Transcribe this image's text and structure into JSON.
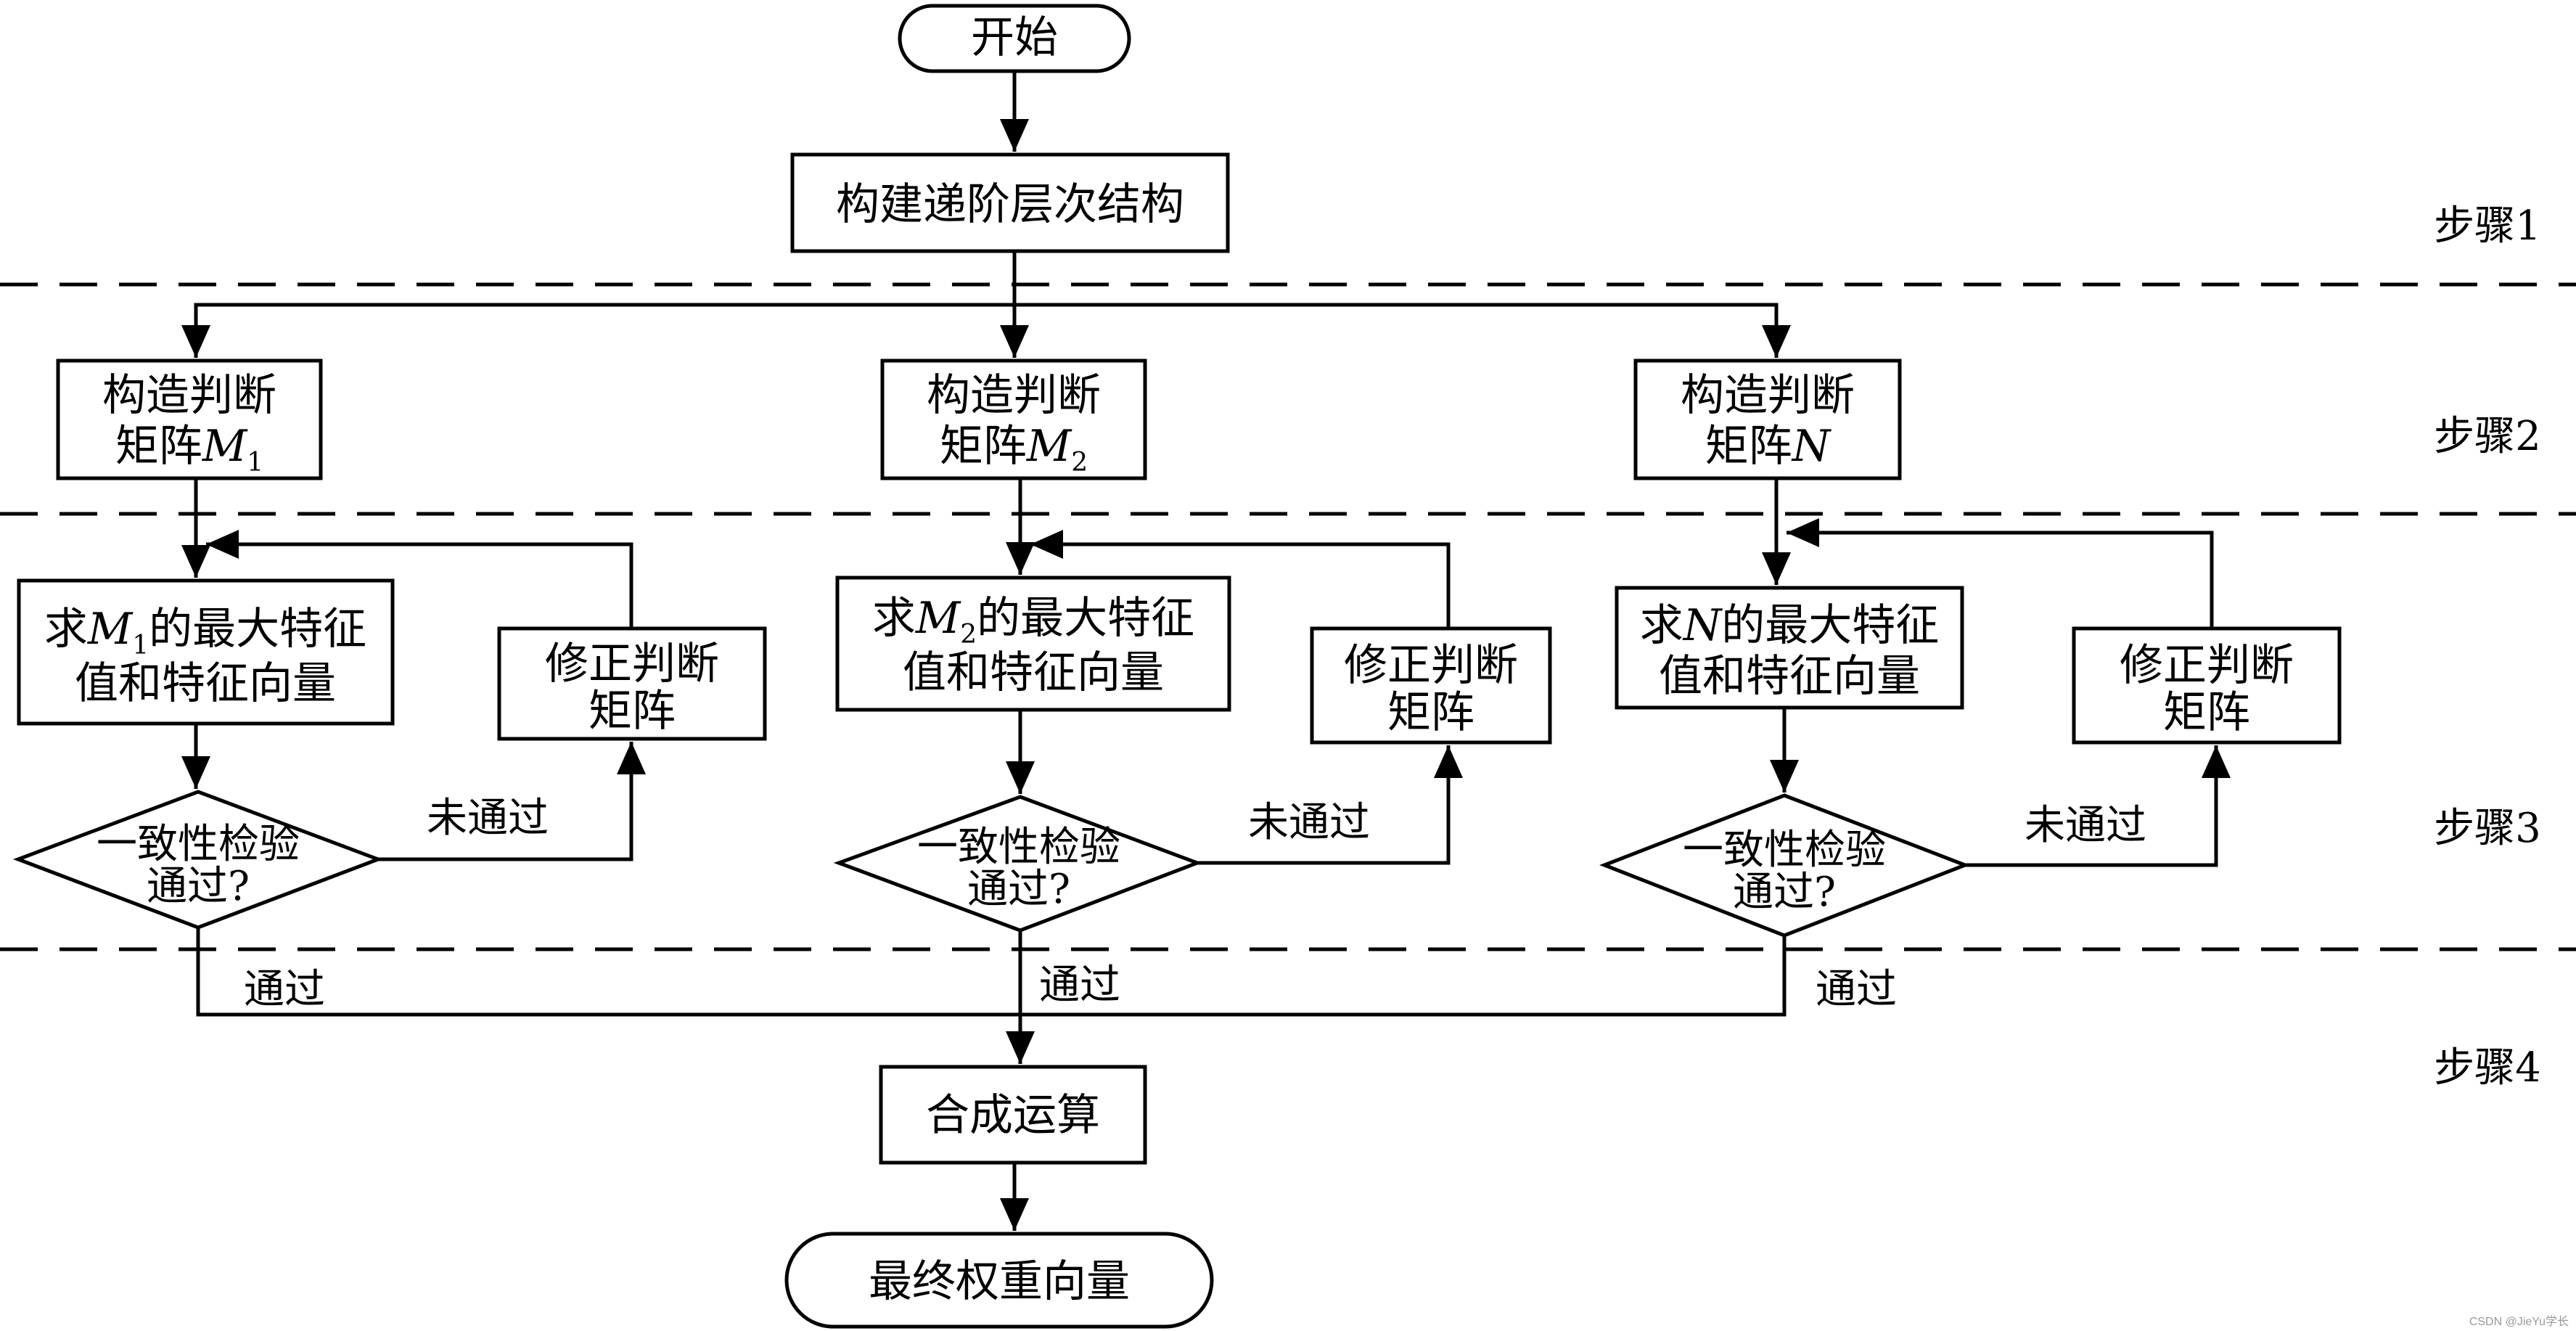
{
  "start": "开始",
  "build_hierarchy": "构建递阶层次结构",
  "steps": [
    "步骤1",
    "步骤2",
    "步骤3",
    "步骤4"
  ],
  "construct_line1": "构造判断",
  "construct_line2": "矩阵",
  "matrices": [
    {
      "name": "M",
      "sub": "1"
    },
    {
      "name": "M",
      "sub": "2"
    },
    {
      "name": "N",
      "sub": ""
    }
  ],
  "eigen_prefix": "求",
  "eigen_suffix": "的最大特征",
  "eigen_line2": "值和特征向量",
  "revise_line1": "修正判断",
  "revise_line2": "矩阵",
  "check_line1": "一致性检验",
  "check_line2": "通过?",
  "fail_label": "未通过",
  "pass_label": "通过",
  "synthesis": "合成运算",
  "final": "最终权重向量",
  "watermark": "CSDN @JieYu学长"
}
